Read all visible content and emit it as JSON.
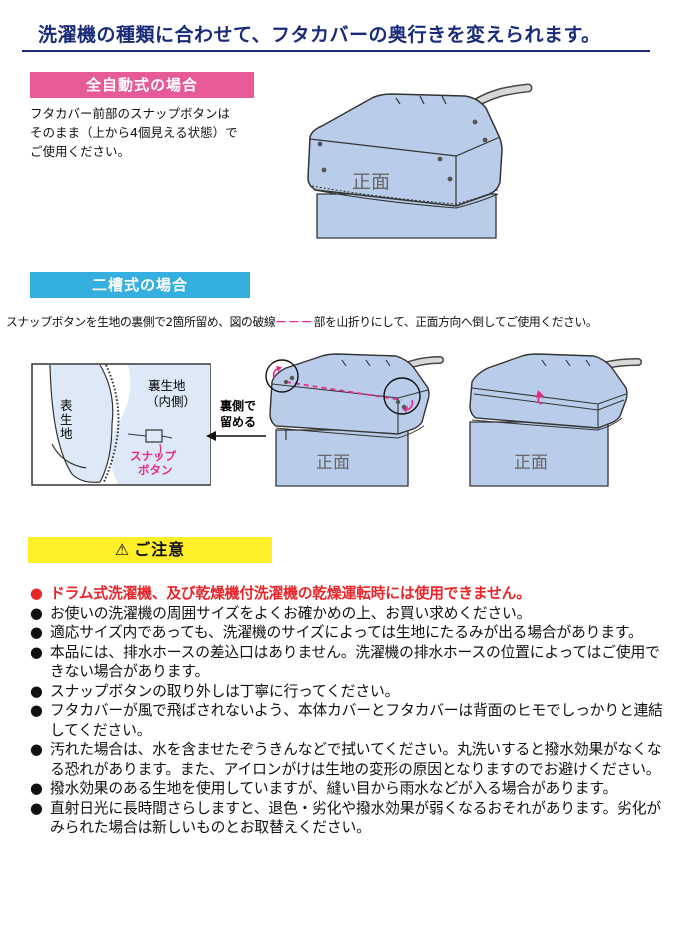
{
  "title": "洗濯機の種類に合わせて、フタカバーの奥行きを変えられます。",
  "auto": {
    "heading": "全自動式の場合",
    "text": "フタカバー前部のスナップボタンは\nそのまま（上から4個見える状態）で\nご使用ください。",
    "front_label": "正面"
  },
  "twin": {
    "heading": "二槽式の場合",
    "instruction_before": "スナップボタンを生地の裏側で2箇所留め、図の破線",
    "dash": "－－－",
    "instruction_after": "部を山折りにして、正面方向へ倒してご使用ください。",
    "outer_fabric": "表生地",
    "inner_fabric_1": "裏生地",
    "inner_fabric_2": "（内側）",
    "snap_1": "スナップ",
    "snap_2": "ボタン",
    "fasten_1": "裏側で",
    "fasten_2": "留める",
    "front_label": "正面"
  },
  "caution": {
    "heading": "ご注意",
    "bullet": "●",
    "items": [
      "ドラム式洗濯機、及び乾燥機付洗濯機の乾燥運転時には使用できません。",
      "お使いの洗濯機の周囲サイズをよくお確かめの上、お買い求めください。",
      "適応サイズ内であっても、洗濯機のサイズによっては生地にたるみが出る場合があります。",
      "本品には、排水ホースの差込口はありません。洗濯機の排水ホースの位置によってはご使用できない場合があります。",
      "スナップボタンの取り外しは丁寧に行ってください。",
      "フタカバーが風で飛ばされないよう、本体カバーとフタカバーは背面のヒモでしっかりと連結してください。",
      "汚れた場合は、水を含ませたぞうきんなどで拭いてください。丸洗いすると撥水効果がなくなる恐れがあります。また、アイロンがけは生地の変形の原因となりますのでお避けください。",
      "撥水効果のある生地を使用していますが、縫い目から雨水などが入る場合があります。",
      "直射日光に長時間さらしますと、退色・劣化や撥水効果が弱くなるおそれがあります。劣化がみられた場合は新しいものとお取替えください。"
    ]
  },
  "colors": {
    "title": "#1a2b7a",
    "pink": "#e65a97",
    "blue": "#35aee0",
    "yellow": "#ffef2a",
    "red": "#e8262a",
    "cover": "#b9cdea",
    "magenta": "#e62a8a"
  }
}
